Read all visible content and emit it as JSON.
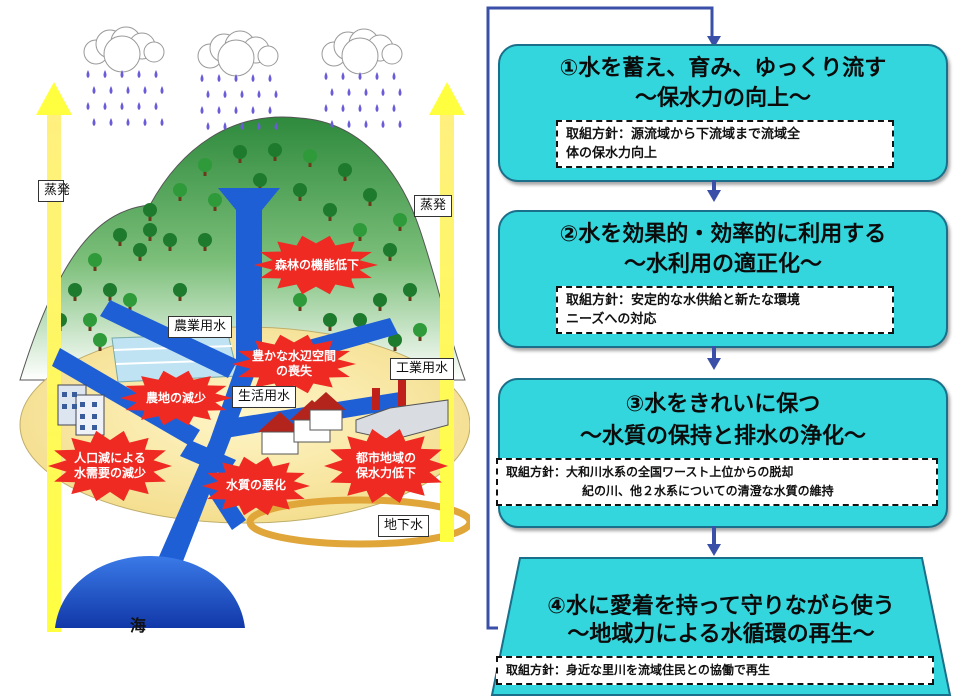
{
  "scene": {
    "evaporation_left": "蒸発",
    "evaporation_right": "蒸発",
    "agri_water": "農業用水",
    "industrial_water": "工業用水",
    "domestic_water": "生活用水",
    "groundwater": "地下水",
    "sea": "海",
    "issues": {
      "forest": "森林の機能低下",
      "waterside": [
        "豊かな水辺空間",
        "の喪失"
      ],
      "farmland": "農地の減少",
      "population": [
        "人口減による",
        "水需要の減少"
      ],
      "quality": "水質の悪化",
      "urban": [
        "都市地域の",
        "保水力低下"
      ]
    }
  },
  "steps": [
    {
      "title": "①水を蓄え、育み、ゆっくり流す",
      "subtitle": "～保水力の向上～",
      "policy_line1": "取組方針：源流域から下流域まで流域全",
      "policy_line2": "体の保水力向上"
    },
    {
      "title": "②水を効果的・効率的に利用する",
      "subtitle": "～水利用の適正化～",
      "policy_line1": "取組方針：安定的な水供給と新たな環境",
      "policy_line2": "ニーズへの対応"
    },
    {
      "title": "③水をきれいに保つ",
      "subtitle": "～水質の保持と排水の浄化～",
      "policy_line1": "取組方針：大和川水系の全国ワースト上位からの脱却",
      "policy_line2": "紀の川、他２水系についての清澄な水質の維持"
    },
    {
      "title": "④水に愛着を持って守りながら使う",
      "subtitle": "～地域力による水循環の再生～",
      "policy_line1": "取組方針：身近な里川を流域住民との協働で再生",
      "policy_line2": ""
    }
  ],
  "colors": {
    "card": "#33d6dc",
    "arrow": "#3a4fa8",
    "water": "#1f5fd6",
    "burst": "#ee2a22",
    "mountain": "#3f9a4f"
  }
}
